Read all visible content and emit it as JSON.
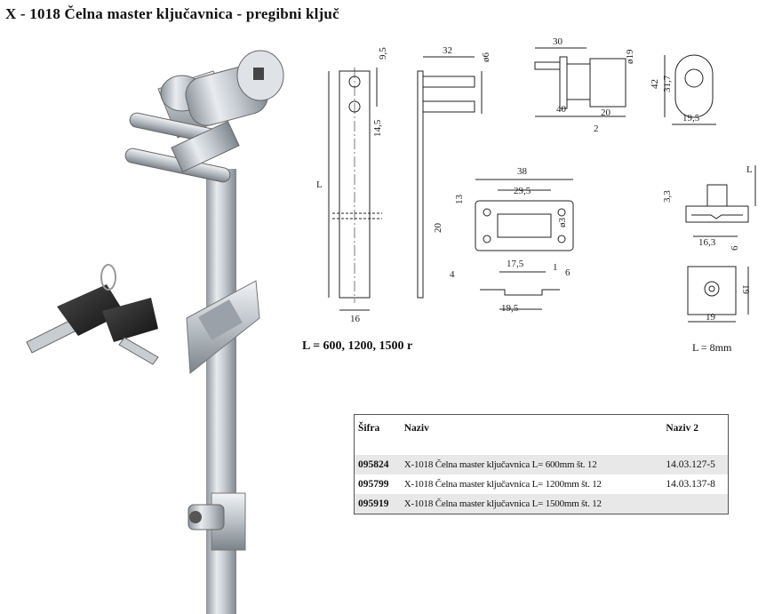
{
  "title": "X - 1018 Čelna master ključavnica - pregibni ključ",
  "length_note": "L = 600, 1200, 1500 r",
  "key_length_note": "L = 8mm",
  "dimensions": {
    "rod": {
      "l": "L",
      "d95": "9,5",
      "d145": "14,5",
      "d16": "16"
    },
    "side": {
      "d32": "32",
      "d6": "ø6"
    },
    "lock_side": {
      "d30": "30",
      "d40": "40",
      "d20": "20",
      "d2": "2",
      "d19": "ø19"
    },
    "lock_front": {
      "d42": "42",
      "d317": "31,7",
      "d195": "19,5"
    },
    "plate_top": {
      "d38": "38",
      "d295": "29,5",
      "d13": "13",
      "d20": "20",
      "d3": "ø3"
    },
    "plate_side": {
      "d175": "17,5",
      "d4": "4",
      "d1": "1",
      "d6": "6",
      "d195": "19,5"
    },
    "key_side": {
      "l": "L",
      "d33": "3,3",
      "d163": "16,3",
      "d6": "6"
    },
    "key_top": {
      "d19a": "19",
      "d19b": "19"
    }
  },
  "table": {
    "headers": {
      "code": "Šifra",
      "name": "Naziv",
      "name2": "Naziv 2"
    },
    "rows": [
      {
        "code": "095824",
        "name": "X-1018 Čelna master ključavnica L= 600mm št. 12",
        "name2": "14.03.127-5",
        "shaded": true
      },
      {
        "code": "095799",
        "name": "X-1018 Čelna master ključavnica L= 1200mm št. 12",
        "name2": "14.03.137-8",
        "shaded": false
      },
      {
        "code": "095919",
        "name": "X-1018 Čelna master ključavnica L= 1500mm št. 12",
        "name2": "",
        "shaded": true
      }
    ]
  }
}
